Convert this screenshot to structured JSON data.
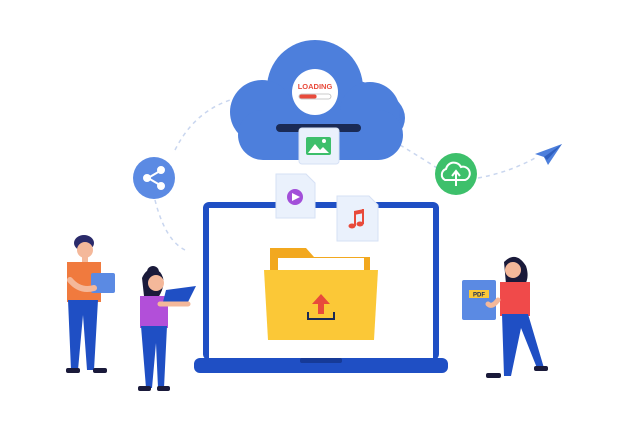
{
  "cloud": {
    "status_label": "LOADING",
    "progress": 0.55
  },
  "colors": {
    "cloud_blue": "#4d7fdc",
    "laptop_blue": "#1f4fc4",
    "folder_yellow": "#fbc837",
    "share_blue": "#5b8ae3",
    "upload_green": "#3dc06b",
    "accent_red": "#e84a3b"
  },
  "icons": [
    "share-icon",
    "cloud-upload-icon",
    "paper-plane-icon",
    "image-file-icon",
    "video-file-icon",
    "music-file-icon",
    "upload-arrow-icon"
  ],
  "document_badge": "PDF"
}
